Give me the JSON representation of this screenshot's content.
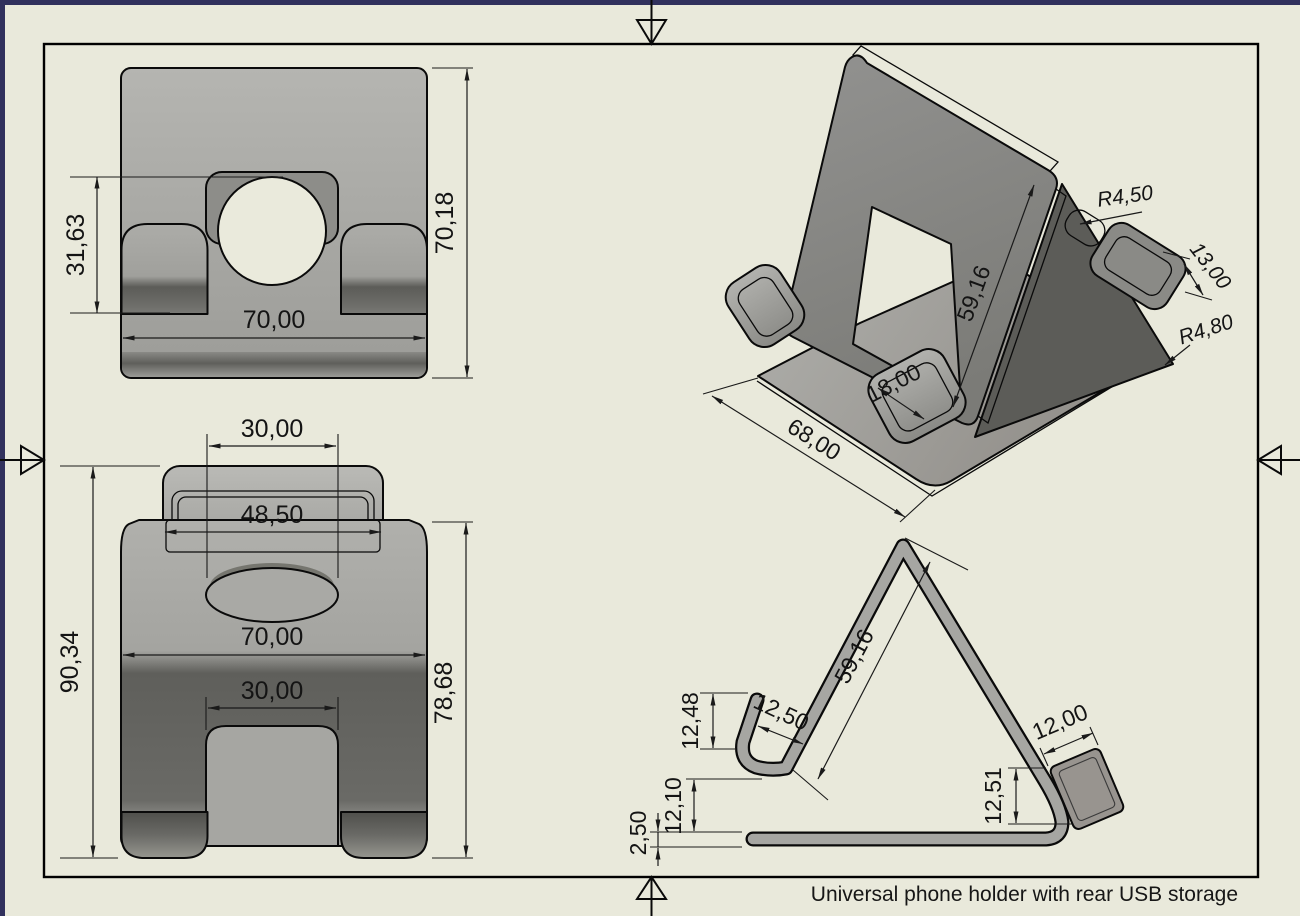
{
  "sheet": {
    "title": "Universal phone holder with rear USB storage",
    "background": "#E9E9DB",
    "frame_edge": "#31315D",
    "border_color": "#000000"
  },
  "colors": {
    "part_light": "#B3B3AF",
    "part_mid": "#9C9C98",
    "part_dark": "#5E5E5A",
    "line": "#1A1A1A"
  },
  "views": {
    "front": {
      "dims": {
        "hook_height": "31,63",
        "width": "70,00",
        "height": "70,18"
      }
    },
    "top": {
      "dims": {
        "slot_width": "30,00",
        "pocket_width": "48,50",
        "width": "70,00",
        "cutout_width": "30,00",
        "depth": "90,34",
        "body_depth": "78,68"
      }
    },
    "iso": {
      "dims": {
        "top_radius": "R4,50",
        "pocket_depth": "13,00",
        "base_radius": "R4,80",
        "slope_length": "59,16",
        "hook_width": "18,00",
        "base_width": "68,00"
      }
    },
    "side": {
      "dims": {
        "hook_height": "12,48",
        "hook_opening": "12,50",
        "slope_length": "59,16",
        "pocket_width": "12,00",
        "pocket_height": "12,51",
        "hook_clearance": "12,10",
        "base_thickness": "2,50"
      }
    }
  }
}
